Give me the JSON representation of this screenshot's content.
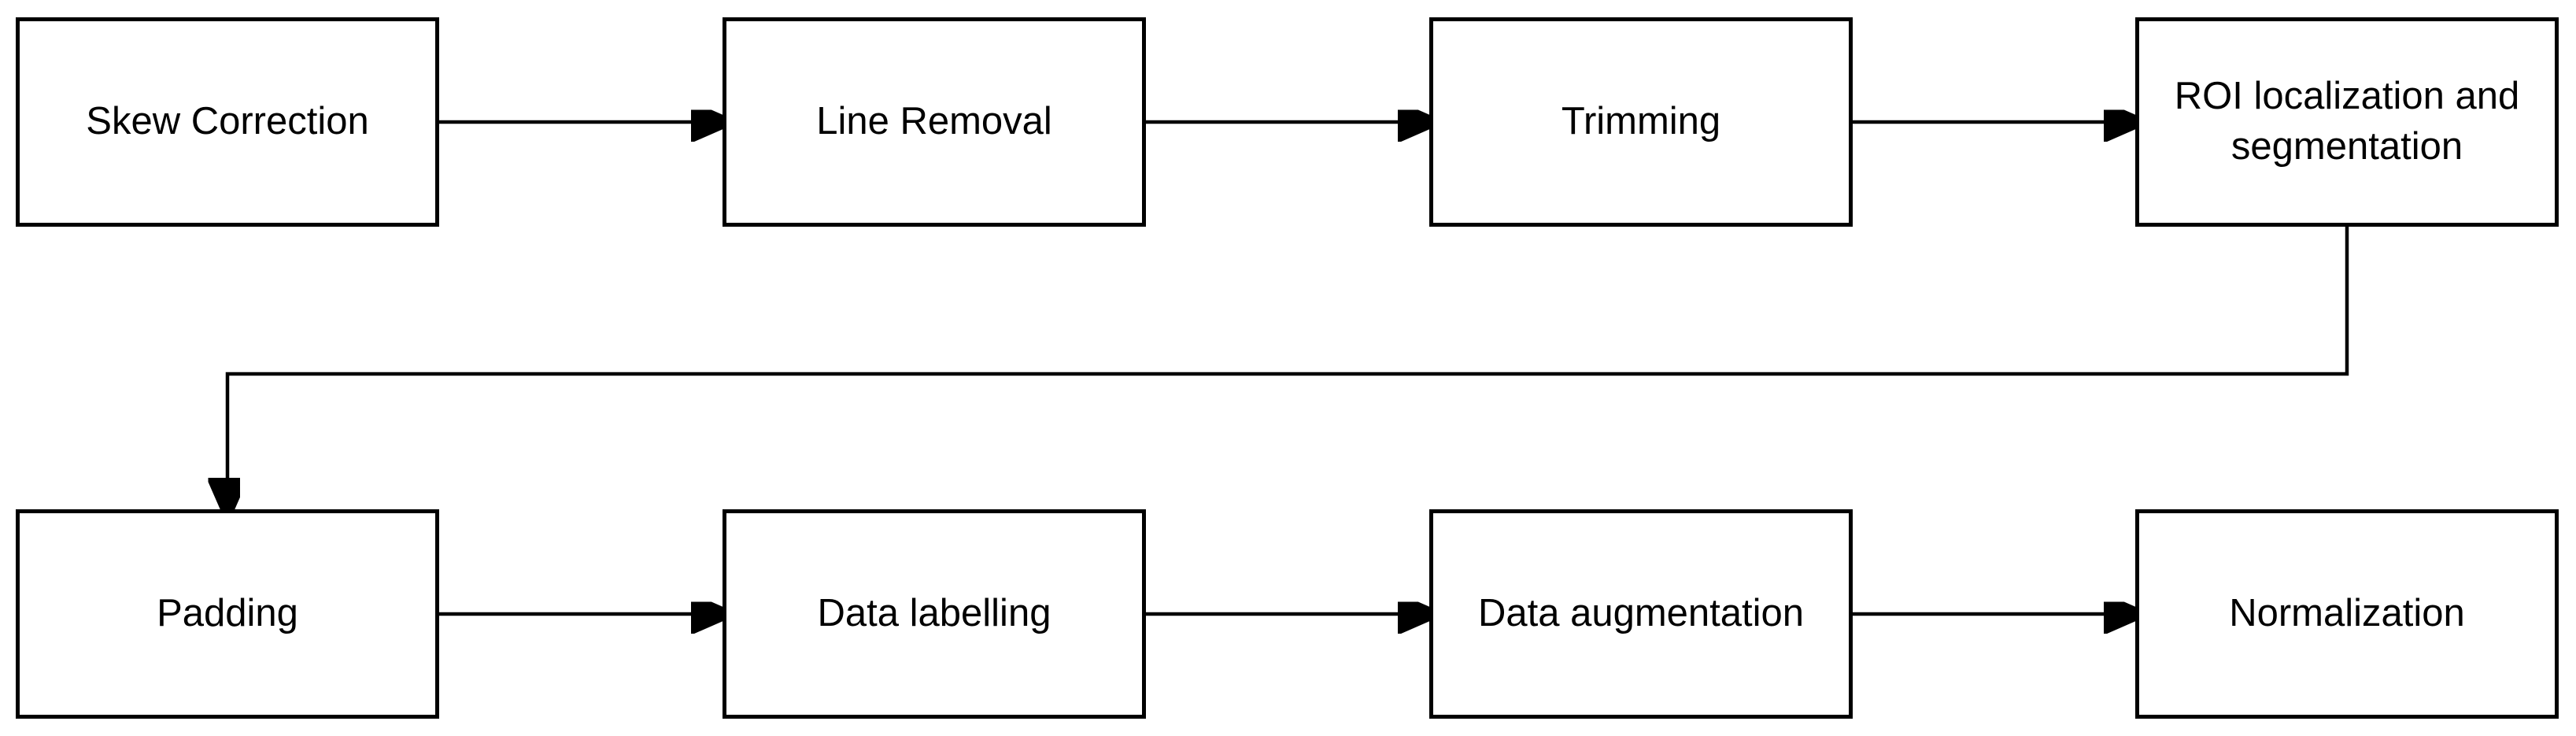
{
  "diagram": {
    "type": "flowchart",
    "background_color": "#ffffff",
    "node_fill_color": "#ffffff",
    "node_border_color": "#000000",
    "arrow_color": "#000000",
    "text_color": "#000000",
    "nodes": [
      {
        "id": "skew-correction",
        "label": "Skew Correction"
      },
      {
        "id": "line-removal",
        "label": "Line Removal"
      },
      {
        "id": "trimming",
        "label": "Trimming"
      },
      {
        "id": "roi-localization-segmentation",
        "label": "ROI localization and segmentation"
      },
      {
        "id": "padding",
        "label": "Padding"
      },
      {
        "id": "data-labelling",
        "label": "Data labelling"
      },
      {
        "id": "data-augmentation",
        "label": "Data augmentation"
      },
      {
        "id": "normalization",
        "label": "Normalization"
      }
    ],
    "edges": [
      {
        "from": "Skew Correction",
        "to": "Line Removal"
      },
      {
        "from": "Line Removal",
        "to": "Trimming"
      },
      {
        "from": "Trimming",
        "to": "ROI localization and segmentation"
      },
      {
        "from": "ROI localization and segmentation",
        "to": "Padding"
      },
      {
        "from": "Padding",
        "to": "Data labelling"
      },
      {
        "from": "Data labelling",
        "to": "Data augmentation"
      },
      {
        "from": "Data augmentation",
        "to": "Normalization"
      }
    ]
  }
}
